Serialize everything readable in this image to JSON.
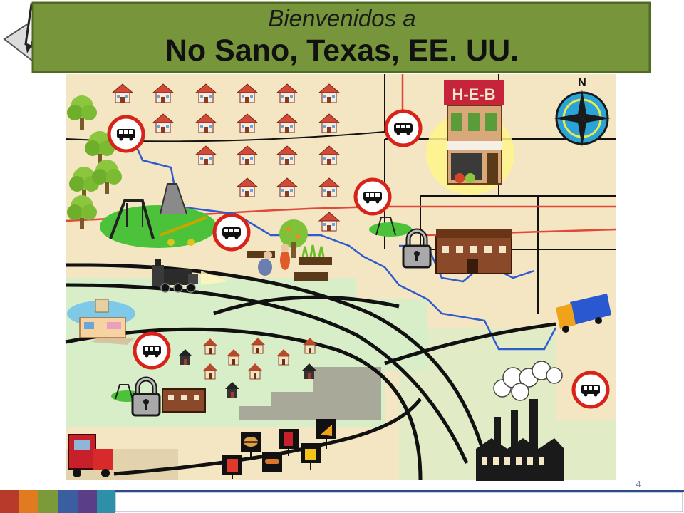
{
  "header": {
    "line1": "Bienvenidos a",
    "line2": "No Sano, Texas, EE. UU."
  },
  "map": {
    "store_sign": "H-E-B",
    "compass_letter": "N",
    "icons": {
      "bus_stop": "bus-stop-sign-icon",
      "closed": "padlock-icon",
      "homes": "house-icon",
      "fast_food": "fast-food-sign-icon",
      "factory": "factory-icon",
      "train": "train-icon",
      "truck": "truck-icon"
    }
  },
  "footer": {
    "page_number": "4",
    "bar_colors": [
      "#b83a2a",
      "#e07c1f",
      "#7c9a3a",
      "#3a5ea0",
      "#5b3f86",
      "#2d8fa8"
    ]
  },
  "colors": {
    "title_box": "#77953a",
    "map_bg": "#f4e6c3",
    "green_zone": "#d8eec8",
    "road": "#111111",
    "river_blue": "#2f5bd0",
    "red_road": "#e0483a"
  }
}
